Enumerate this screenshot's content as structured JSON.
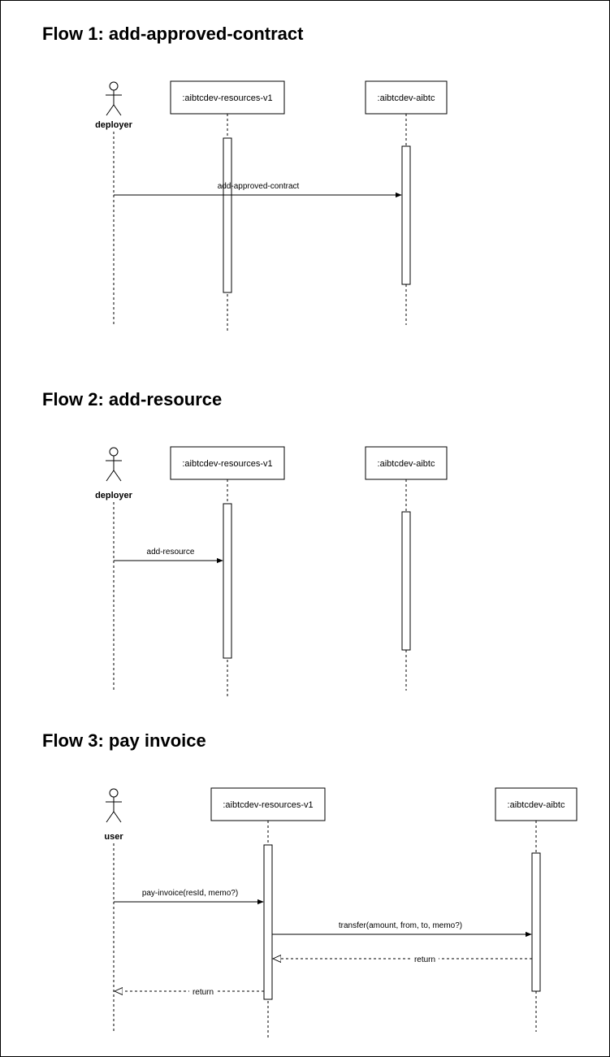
{
  "flows": [
    {
      "title": "Flow 1: add-approved-contract",
      "actor": "deployer",
      "participants": [
        ":aibtcdev-resources-v1",
        ":aibtcdev-aibtc"
      ],
      "messages": [
        {
          "label": "add-approved-contract",
          "from": "actor",
          "to": ":aibtcdev-aibtc",
          "type": "sync"
        }
      ]
    },
    {
      "title": "Flow 2: add-resource",
      "actor": "deployer",
      "participants": [
        ":aibtcdev-resources-v1",
        ":aibtcdev-aibtc"
      ],
      "messages": [
        {
          "label": "add-resource",
          "from": "actor",
          "to": ":aibtcdev-resources-v1",
          "type": "sync"
        }
      ]
    },
    {
      "title": "Flow 3: pay invoice",
      "actor": "user",
      "participants": [
        ":aibtcdev-resources-v1",
        ":aibtcdev-aibtc"
      ],
      "messages": [
        {
          "label": "pay-invoice(resId, memo?)",
          "from": "actor",
          "to": ":aibtcdev-resources-v1",
          "type": "sync"
        },
        {
          "label": "transfer(amount, from, to, memo?)",
          "from": ":aibtcdev-resources-v1",
          "to": ":aibtcdev-aibtc",
          "type": "sync"
        },
        {
          "label": "return",
          "from": ":aibtcdev-aibtc",
          "to": ":aibtcdev-resources-v1",
          "type": "return"
        },
        {
          "label": "return",
          "from": ":aibtcdev-resources-v1",
          "to": "actor",
          "type": "return"
        }
      ]
    }
  ]
}
